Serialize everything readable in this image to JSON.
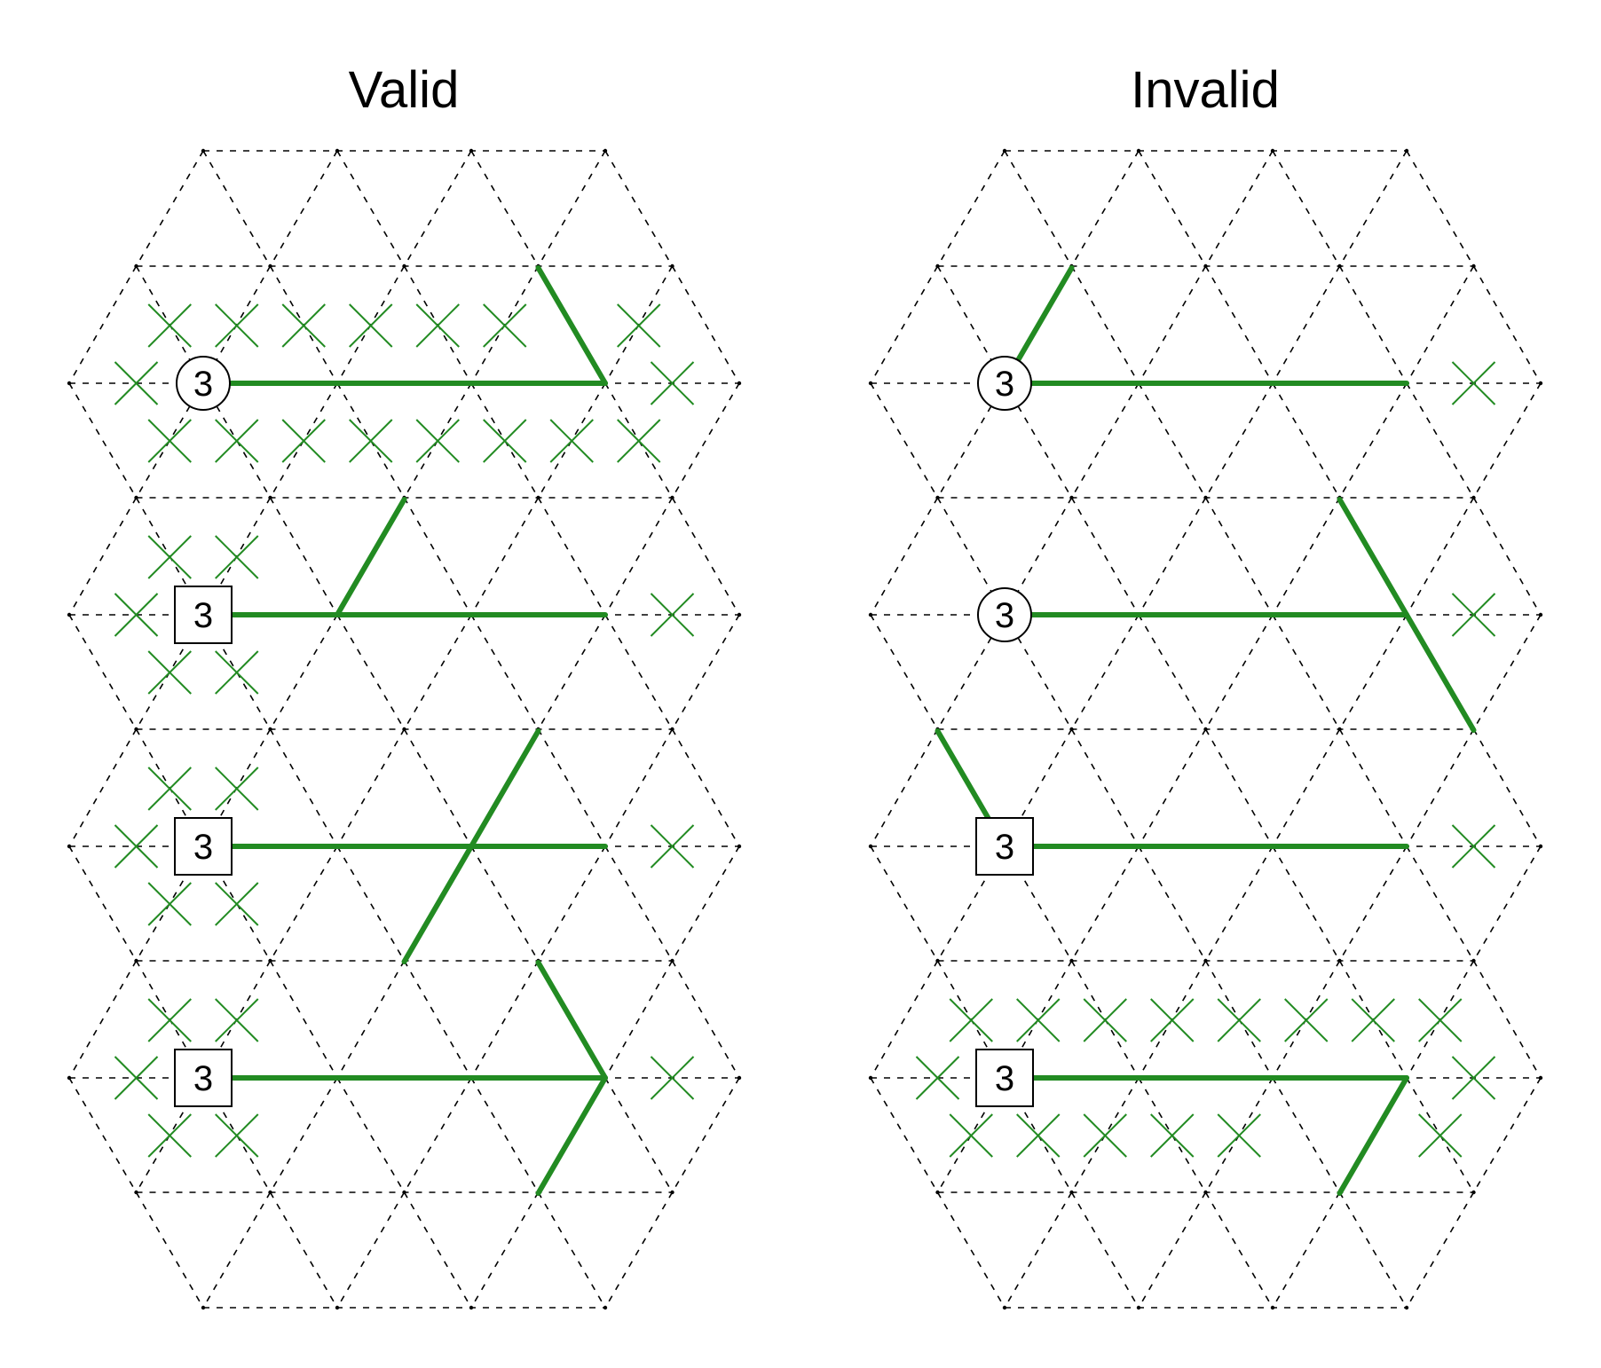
{
  "panels": [
    {
      "title": "Valid",
      "puzzles": [
        {
          "clue": {
            "shape": "circle",
            "value": "3"
          },
          "lines": [
            [
              [
                0,
                0
              ],
              [
                3,
                0
              ]
            ],
            [
              [
                3,
                0
              ],
              [
                2.5,
                1
              ]
            ]
          ],
          "crosses": [
            [
              -0.5,
              0
            ],
            [
              3.5,
              0
            ],
            [
              -0.25,
              0.5
            ],
            [
              0.25,
              0.5
            ],
            [
              0.75,
              0.5
            ],
            [
              1.25,
              0.5
            ],
            [
              1.75,
              0.5
            ],
            [
              2.25,
              0.5
            ],
            [
              3.25,
              0.5
            ],
            [
              -0.25,
              -0.5
            ],
            [
              0.25,
              -0.5
            ],
            [
              0.75,
              -0.5
            ],
            [
              1.25,
              -0.5
            ],
            [
              1.75,
              -0.5
            ],
            [
              2.25,
              -0.5
            ],
            [
              2.75,
              -0.5
            ],
            [
              3.25,
              -0.5
            ]
          ]
        },
        {
          "clue": {
            "shape": "square",
            "value": "3"
          },
          "lines": [
            [
              [
                0,
                0
              ],
              [
                3,
                0
              ]
            ],
            [
              [
                1,
                0
              ],
              [
                1.5,
                1
              ]
            ]
          ],
          "crosses": [
            [
              -0.5,
              0
            ],
            [
              3.5,
              0
            ],
            [
              -0.25,
              0.5
            ],
            [
              0.25,
              0.5
            ],
            [
              -0.25,
              -0.5
            ],
            [
              0.25,
              -0.5
            ]
          ]
        },
        {
          "clue": {
            "shape": "square",
            "value": "3"
          },
          "lines": [
            [
              [
                0,
                0
              ],
              [
                3,
                0
              ]
            ],
            [
              [
                1.5,
                -1
              ],
              [
                2.5,
                1
              ]
            ]
          ],
          "crosses": [
            [
              -0.5,
              0
            ],
            [
              3.5,
              0
            ],
            [
              -0.25,
              0.5
            ],
            [
              0.25,
              0.5
            ],
            [
              -0.25,
              -0.5
            ],
            [
              0.25,
              -0.5
            ]
          ]
        },
        {
          "clue": {
            "shape": "square",
            "value": "3"
          },
          "lines": [
            [
              [
                0,
                0
              ],
              [
                3,
                0
              ]
            ],
            [
              [
                3,
                0
              ],
              [
                2.5,
                1
              ]
            ],
            [
              [
                3,
                0
              ],
              [
                2.5,
                -1
              ]
            ]
          ],
          "crosses": [
            [
              -0.5,
              0
            ],
            [
              3.5,
              0
            ],
            [
              -0.25,
              0.5
            ],
            [
              0.25,
              0.5
            ],
            [
              -0.25,
              -0.5
            ],
            [
              0.25,
              -0.5
            ]
          ]
        }
      ]
    },
    {
      "title": "Invalid",
      "puzzles": [
        {
          "clue": {
            "shape": "circle",
            "value": "3"
          },
          "lines": [
            [
              [
                0,
                0
              ],
              [
                3,
                0
              ]
            ],
            [
              [
                0,
                0
              ],
              [
                0.5,
                1
              ]
            ]
          ],
          "crosses": [
            [
              3.5,
              0
            ]
          ]
        },
        {
          "clue": {
            "shape": "circle",
            "value": "3"
          },
          "lines": [
            [
              [
                0,
                0
              ],
              [
                3,
                0
              ]
            ],
            [
              [
                2.5,
                1
              ],
              [
                3.5,
                -1
              ]
            ]
          ],
          "crosses": [
            [
              3.5,
              0
            ]
          ]
        },
        {
          "clue": {
            "shape": "square",
            "value": "3"
          },
          "lines": [
            [
              [
                0,
                0
              ],
              [
                3,
                0
              ]
            ],
            [
              [
                -0.5,
                1
              ],
              [
                0,
                0
              ]
            ]
          ],
          "crosses": [
            [
              3.5,
              0
            ]
          ]
        },
        {
          "clue": {
            "shape": "square",
            "value": "3"
          },
          "lines": [
            [
              [
                0,
                0
              ],
              [
                3,
                0
              ]
            ],
            [
              [
                3,
                0
              ],
              [
                2.5,
                -1
              ]
            ]
          ],
          "crosses": [
            [
              -0.5,
              0
            ],
            [
              3.5,
              0
            ],
            [
              -0.25,
              0.5
            ],
            [
              0.25,
              0.5
            ],
            [
              0.75,
              0.5
            ],
            [
              1.25,
              0.5
            ],
            [
              1.75,
              0.5
            ],
            [
              2.25,
              0.5
            ],
            [
              2.75,
              0.5
            ],
            [
              3.25,
              0.5
            ],
            [
              -0.25,
              -0.5
            ],
            [
              0.25,
              -0.5
            ],
            [
              0.75,
              -0.5
            ],
            [
              1.25,
              -0.5
            ],
            [
              1.75,
              -0.5
            ],
            [
              3.25,
              -0.5
            ]
          ]
        }
      ]
    }
  ],
  "colors": {
    "line": "#228b22",
    "cross": "#228b22",
    "grid": "#000000"
  }
}
